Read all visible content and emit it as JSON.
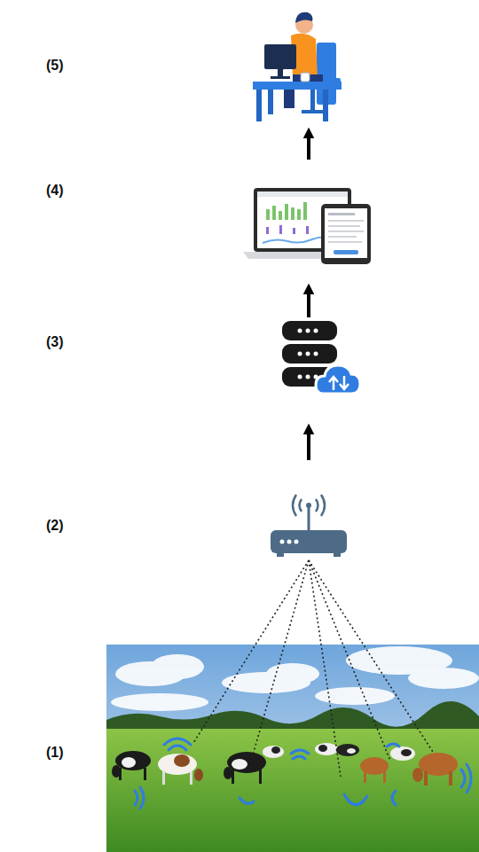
{
  "diagram": {
    "labels": [
      "(5)",
      "(4)",
      "(3)",
      "(2)",
      "(1)"
    ]
  }
}
